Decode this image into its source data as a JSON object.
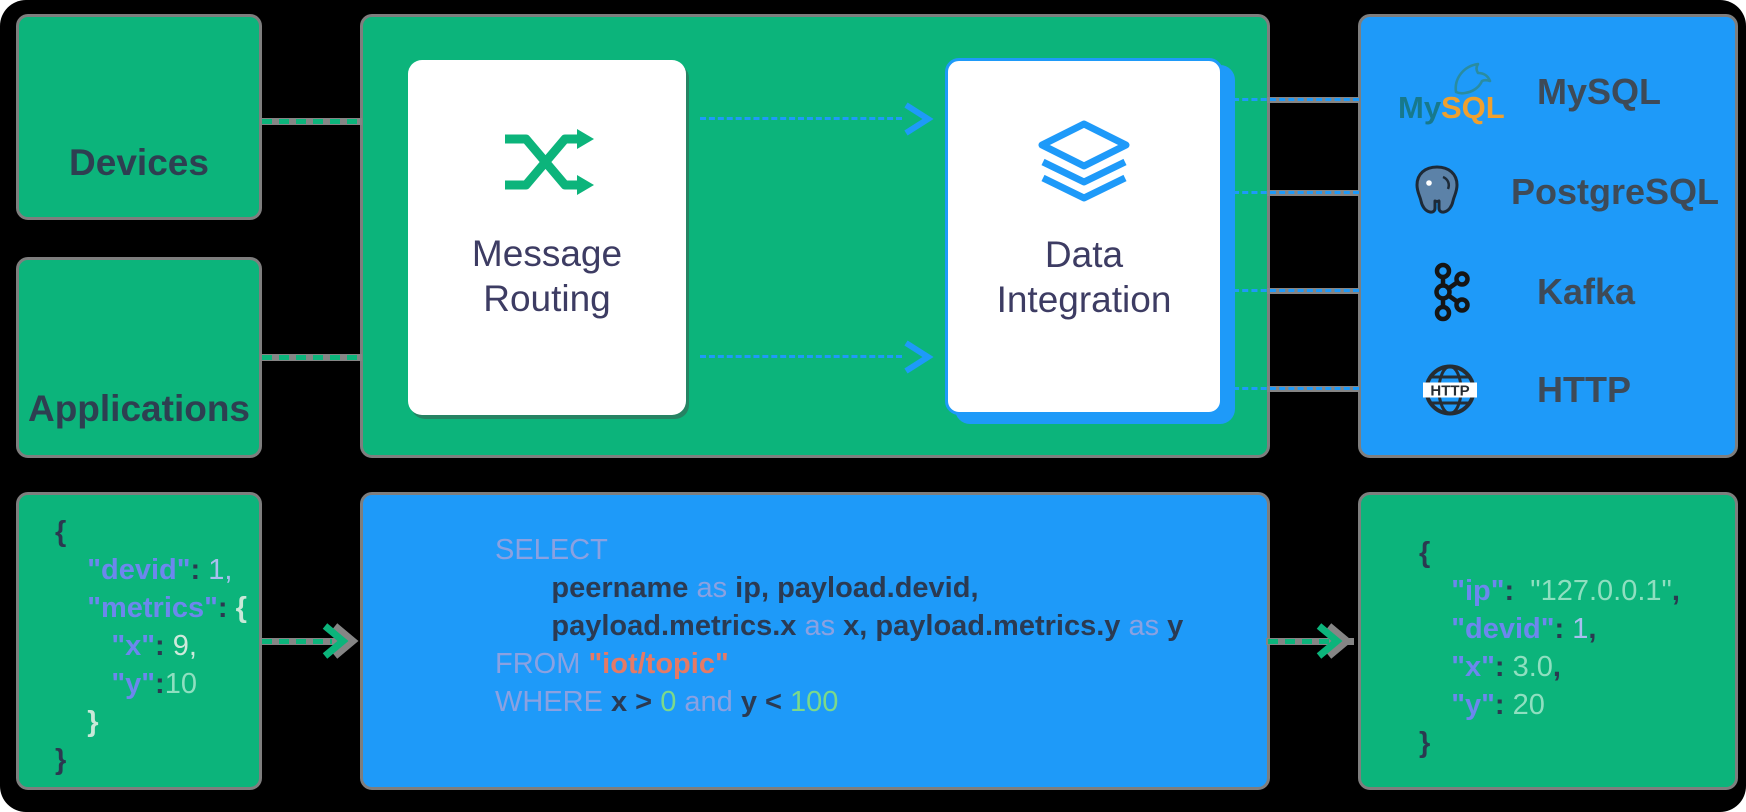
{
  "colors": {
    "background": "#000000",
    "box_green": "#0cb47b",
    "box_blue": "#1e9af9",
    "connector_gray": "#858585",
    "card_title_navy": "#3d3c63",
    "box_label_dark": "#2e3f51",
    "sink_label_dark": "#3e4a57",
    "json_key_blue": "#6d87ee",
    "sql_keyword_blue": "#8ba1e1",
    "sql_identifier_navy": "#2b3a52",
    "sql_string_salmon": "#e57a66",
    "sql_number_green": "#7cd98a",
    "value_light_blue": "#aabef0",
    "value_pale_green": "#8fdfc0",
    "mysql_teal": "#17798c",
    "mysql_orange": "#efa02f"
  },
  "top_row": {
    "devices_label": "Devices",
    "applications_label": "Applications",
    "message_routing": {
      "icon": "shuffle-icon",
      "title_line1": "Message",
      "title_line2": "Routing"
    },
    "data_integration": {
      "icon": "layers-icon",
      "title_line1": "Data",
      "title_line2": "Integration"
    },
    "sinks": {
      "items": [
        {
          "label": "MySQL",
          "icon": "mysql-logo",
          "logo_text_primary": "My",
          "logo_text_secondary": "SQL"
        },
        {
          "label": "PostgreSQL",
          "icon": "postgresql-elephant-icon"
        },
        {
          "label": "Kafka",
          "icon": "kafka-logo"
        },
        {
          "label": "HTTP",
          "icon": "http-globe-icon",
          "icon_text": "HTTP"
        }
      ]
    }
  },
  "bottom_row": {
    "input_json": {
      "lines": [
        [
          {
            "t": "{",
            "c": "brace-dark"
          }
        ],
        [
          {
            "t": "    ",
            "c": "sp"
          },
          {
            "t": "\"devid\"",
            "c": "key"
          },
          {
            "t": ": ",
            "c": "punct"
          },
          {
            "t": "1,",
            "c": "val-light"
          }
        ],
        [
          {
            "t": "    ",
            "c": "sp"
          },
          {
            "t": "\"metrics\"",
            "c": "key"
          },
          {
            "t": ": ",
            "c": "punct"
          },
          {
            "t": "{",
            "c": "brace-pale"
          }
        ],
        [
          {
            "t": "       ",
            "c": "sp"
          },
          {
            "t": "\"x\"",
            "c": "key"
          },
          {
            "t": ": ",
            "c": "punct"
          },
          {
            "t": "9,",
            "c": "val-pale"
          }
        ],
        [
          {
            "t": "       ",
            "c": "sp"
          },
          {
            "t": "\"y\"",
            "c": "key"
          },
          {
            "t": ":",
            "c": "punct"
          },
          {
            "t": "10",
            "c": "val-green"
          }
        ],
        [
          {
            "t": "    ",
            "c": "sp"
          },
          {
            "t": "}",
            "c": "brace-pale"
          }
        ],
        [
          {
            "t": "}",
            "c": "brace-dark"
          }
        ]
      ]
    },
    "sql": {
      "lines": [
        [
          {
            "t": "SELECT",
            "c": "kw"
          }
        ],
        [
          {
            "t": "       ",
            "c": "sp"
          },
          {
            "t": "peername ",
            "c": "id"
          },
          {
            "t": "as",
            "c": "kw"
          },
          {
            "t": " ip, payload.devid,",
            "c": "id"
          }
        ],
        [
          {
            "t": "       ",
            "c": "sp"
          },
          {
            "t": "payload.metrics.x ",
            "c": "id"
          },
          {
            "t": "as",
            "c": "kw"
          },
          {
            "t": " x, payload.metrics.y ",
            "c": "id"
          },
          {
            "t": "as",
            "c": "kw"
          },
          {
            "t": " y",
            "c": "id"
          }
        ],
        [
          {
            "t": "FROM ",
            "c": "kw"
          },
          {
            "t": "\"iot/topic\"",
            "c": "str"
          }
        ],
        [
          {
            "t": "WHERE ",
            "c": "kw"
          },
          {
            "t": "x > ",
            "c": "id"
          },
          {
            "t": "0",
            "c": "num"
          },
          {
            "t": " and ",
            "c": "kw"
          },
          {
            "t": "y < ",
            "c": "id"
          },
          {
            "t": "100",
            "c": "num"
          }
        ]
      ]
    },
    "output_json": {
      "lines": [
        [
          {
            "t": "{",
            "c": "brace-dark"
          }
        ],
        [
          {
            "t": "    ",
            "c": "sp"
          },
          {
            "t": "\"ip\"",
            "c": "key"
          },
          {
            "t": ": ",
            "c": "punct"
          },
          {
            "t": " \"127.0.0.1\"",
            "c": "val-green"
          },
          {
            "t": ",",
            "c": "punct"
          }
        ],
        [
          {
            "t": "    ",
            "c": "sp"
          },
          {
            "t": "\"devid\"",
            "c": "key"
          },
          {
            "t": ": ",
            "c": "punct"
          },
          {
            "t": "1",
            "c": "val-light"
          },
          {
            "t": ",",
            "c": "punct"
          }
        ],
        [
          {
            "t": "    ",
            "c": "sp"
          },
          {
            "t": "\"x\"",
            "c": "key"
          },
          {
            "t": ": ",
            "c": "punct"
          },
          {
            "t": "3.0",
            "c": "val-green"
          },
          {
            "t": ",",
            "c": "punct"
          }
        ],
        [
          {
            "t": "    ",
            "c": "sp"
          },
          {
            "t": "\"y\"",
            "c": "key"
          },
          {
            "t": ": ",
            "c": "punct"
          },
          {
            "t": "20",
            "c": "val-green"
          }
        ],
        [
          {
            "t": "}",
            "c": "brace-dark"
          }
        ]
      ]
    }
  }
}
